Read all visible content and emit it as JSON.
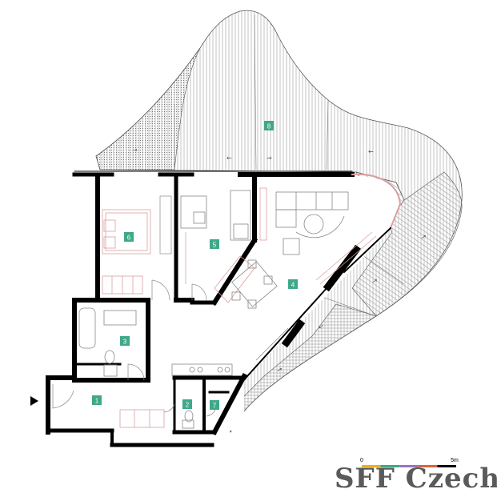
{
  "plan": {
    "rooms": [
      {
        "id": "room-1",
        "label": "1"
      },
      {
        "id": "room-2",
        "label": "2"
      },
      {
        "id": "room-3",
        "label": "3"
      },
      {
        "id": "room-4",
        "label": "4"
      },
      {
        "id": "room-5",
        "label": "5"
      },
      {
        "id": "room-6",
        "label": "6"
      },
      {
        "id": "room-7",
        "label": "7"
      },
      {
        "id": "room-8",
        "label": "8"
      }
    ],
    "tag_color": "#3fa889",
    "wall_color": "#000000",
    "furniture_color": "#d9a0a0"
  },
  "scale": {
    "start_label": "0",
    "end_label": "5m",
    "segment_colors": [
      "#e8b020",
      "#3fa889",
      "#9a73c4",
      "#d9643a",
      "#000000"
    ]
  },
  "logo": {
    "text": "SFF Czech"
  }
}
